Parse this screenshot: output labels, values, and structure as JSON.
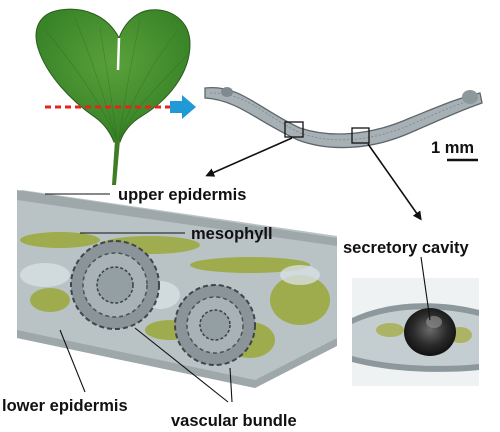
{
  "labels": {
    "scale_bar": "1 mm",
    "upper_epidermis": "upper epidermis",
    "mesophyll": "mesophyll",
    "secretory_cavity": "secretory cavity",
    "lower_epidermis": "lower epidermis",
    "vascular_bundle": "vascular bundle"
  },
  "colors": {
    "leaf": "#3f8a2c",
    "leaf_dark": "#2c6a1f",
    "cut_line": "#e8231d",
    "arrow_blue": "#1f9ad6",
    "section_gray": "#9fa8ad",
    "mesophyll_green": "#9aa83a",
    "micrograph_bg": "#b9c3c6",
    "text": "#111111"
  }
}
